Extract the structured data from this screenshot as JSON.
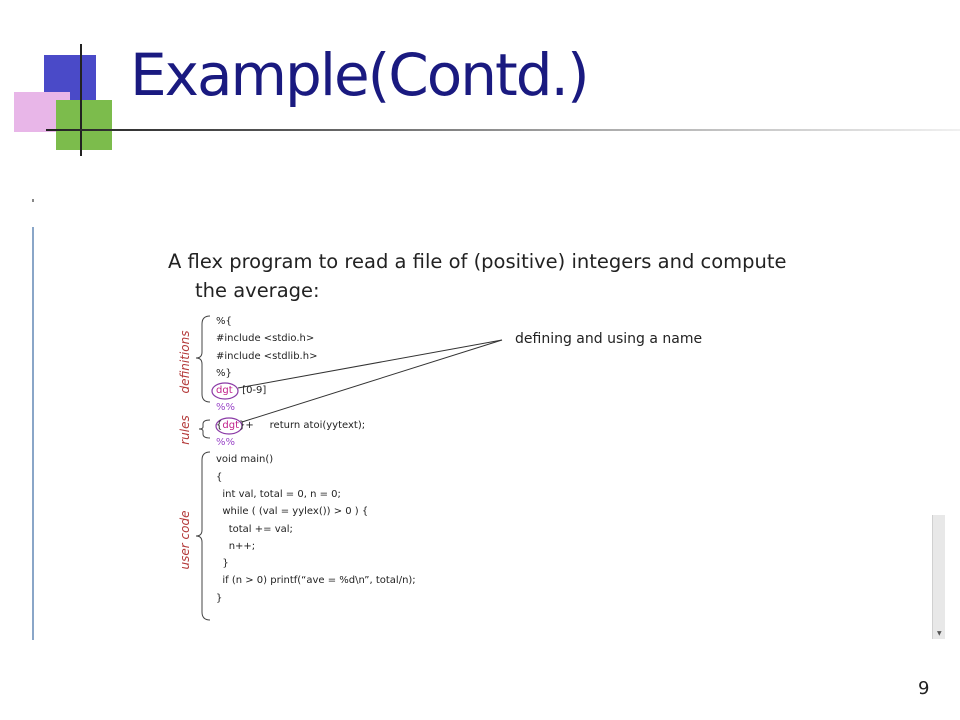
{
  "slide": {
    "title": "Example(Contd.)",
    "page_number": "9"
  },
  "content": {
    "heading_line1": "A flex program to read a file of (positive) integers and compute",
    "heading_line2": "the average:",
    "annotation": "defining and using a name",
    "section_labels": {
      "definitions": "definitions",
      "rules": "rules",
      "user_code": "user code"
    },
    "code": {
      "l1": "%{",
      "l2": "#include <stdio.h>",
      "l3": "#include <stdlib.h>",
      "l4": "%}",
      "l5_name": "dgt",
      "l5_rest": "[0-9]",
      "l6": "%%",
      "l7_open": "{",
      "l7_name": "dgt",
      "l7_close": "}+",
      "l7_rest": "return atoi(yytext);",
      "l8": "%%",
      "l9": "void main()",
      "l10": "{",
      "l11": "  int val, total = 0, n = 0;",
      "l12": "  while ( (val = yylex()) > 0 ) {",
      "l13": "    total += val;",
      "l14": "    n++;",
      "l15": "  }",
      "l16": "  if (n > 0) printf(“ave = %d\\n”, total/n);",
      "l17": "}"
    }
  }
}
